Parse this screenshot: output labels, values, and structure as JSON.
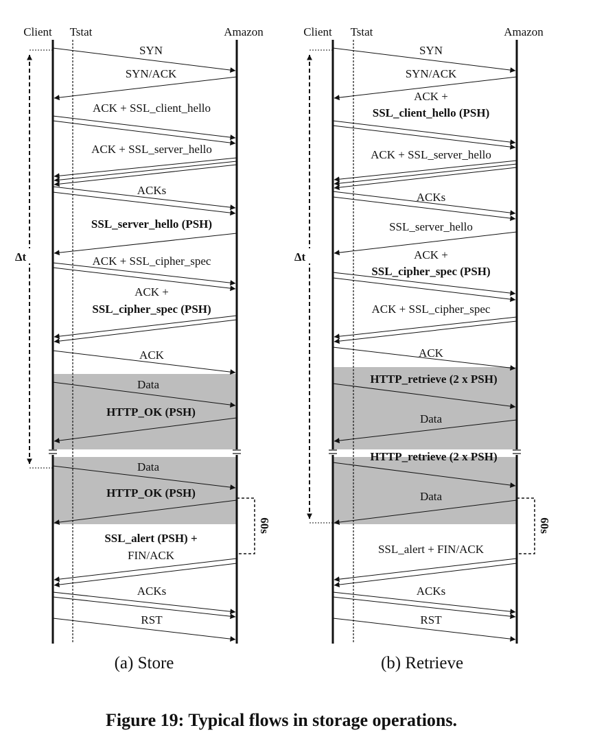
{
  "figure_caption": "Figure 19: Typical flows in storage operations.",
  "panels": [
    {
      "id": "store",
      "caption": "(a) Store",
      "headers": {
        "client": "Client",
        "tstat": "Tstat",
        "amazon": "Amazon"
      },
      "delta_label": "Δt",
      "timeout_label": "60s",
      "messages": [
        {
          "text": "SYN"
        },
        {
          "text": "SYN/ACK"
        },
        {
          "text": "ACK + SSL_client_hello"
        },
        {
          "text": "ACK + SSL_server_hello"
        },
        {
          "text": "ACKs"
        },
        {
          "text": "SSL_server_hello (PSH)",
          "bold": true
        },
        {
          "text": "ACK + SSL_cipher_spec"
        },
        {
          "line1": "ACK +",
          "line2": "SSL_cipher_spec (PSH)"
        },
        {
          "text": "ACK"
        },
        {
          "text": "Data"
        },
        {
          "text": "HTTP_OK (PSH)",
          "bold": true
        },
        {
          "text": "Data"
        },
        {
          "text": "HTTP_OK (PSH)",
          "bold": true
        },
        {
          "line1": "SSL_alert (PSH) +",
          "line2": "FIN/ACK"
        },
        {
          "text": "ACKs"
        },
        {
          "text": "RST"
        }
      ]
    },
    {
      "id": "retrieve",
      "caption": "(b) Retrieve",
      "headers": {
        "client": "Client",
        "tstat": "Tstat",
        "amazon": "Amazon"
      },
      "delta_label": "Δt",
      "timeout_label": "60s",
      "messages": [
        {
          "text": "SYN"
        },
        {
          "text": "SYN/ACK"
        },
        {
          "line1": "ACK +",
          "line2": "SSL_client_hello (PSH)"
        },
        {
          "text": "ACK + SSL_server_hello"
        },
        {
          "text": "ACKs"
        },
        {
          "text": "SSL_server_hello"
        },
        {
          "line1": "ACK +",
          "line2": "SSL_cipher_spec (PSH)"
        },
        {
          "text": "ACK + SSL_cipher_spec"
        },
        {
          "text": "ACK"
        },
        {
          "text": "HTTP_retrieve (2 x PSH)",
          "bold": true
        },
        {
          "text": "Data"
        },
        {
          "text": "HTTP_retrieve (2 x PSH)",
          "bold": true
        },
        {
          "text": "Data"
        },
        {
          "text": "SSL_alert + FIN/ACK"
        },
        {
          "text": "ACKs"
        },
        {
          "text": "RST"
        }
      ]
    }
  ]
}
